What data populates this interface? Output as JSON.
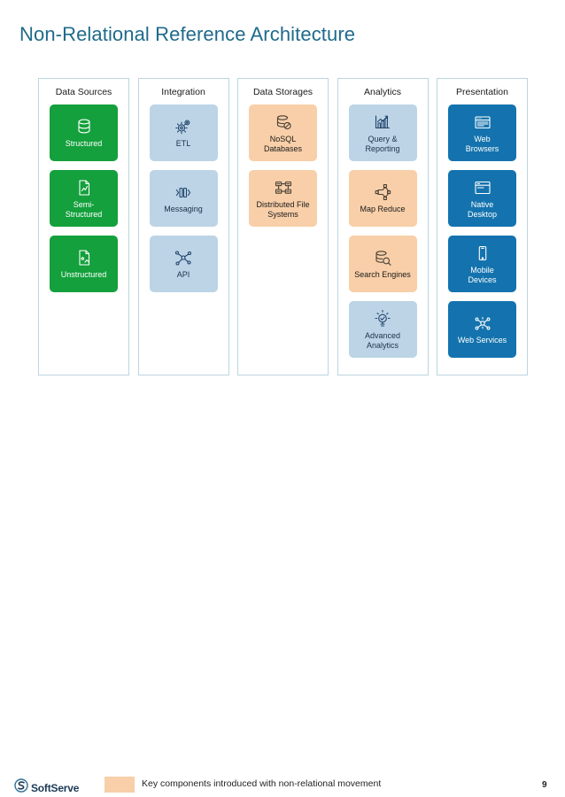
{
  "slide": {
    "title": "Non-Relational Reference Architecture",
    "page_number": "9",
    "title_color": "#1f6a8b"
  },
  "palette": {
    "green": "#14a03c",
    "light_blue": "#bcd4e6",
    "peach": "#f8cfa8",
    "blue": "#1473ae",
    "column_border": "#bcd6e0"
  },
  "columns": [
    {
      "header": "Data Sources",
      "cards": [
        {
          "label": "Structured",
          "color": "green",
          "icon": "database-icon"
        },
        {
          "label": "Semi-\nStructured",
          "color": "green",
          "icon": "document-chart-icon"
        },
        {
          "label": "Unstructured",
          "color": "green",
          "icon": "document-media-icon"
        }
      ]
    },
    {
      "header": "Integration",
      "cards": [
        {
          "label": "ETL",
          "color": "lightblue",
          "icon": "gears-icon"
        },
        {
          "label": "Messaging",
          "color": "lightblue",
          "icon": "message-flow-icon"
        },
        {
          "label": "API",
          "color": "lightblue",
          "icon": "network-nodes-icon"
        }
      ]
    },
    {
      "header": "Data Storages",
      "cards": [
        {
          "label": "NoSQL\nDatabases",
          "color": "peach",
          "icon": "nosql-database-icon"
        },
        {
          "label": "Distributed File\nSystems",
          "color": "peach",
          "icon": "distributed-nodes-icon"
        }
      ]
    },
    {
      "header": "Analytics",
      "cards": [
        {
          "label": "Query &\nReporting",
          "color": "lightblue",
          "icon": "bar-chart-trend-icon"
        },
        {
          "label": "Map Reduce",
          "color": "peach",
          "icon": "map-reduce-icon"
        },
        {
          "label": "Search Engines",
          "color": "peach",
          "icon": "database-search-icon"
        },
        {
          "label": "Advanced\nAnalytics",
          "color": "lightblue",
          "icon": "lightbulb-gear-icon"
        }
      ]
    },
    {
      "header": "Presentation",
      "cards": [
        {
          "label": "Web\nBrowsers",
          "color": "blue",
          "icon": "browser-window-icon"
        },
        {
          "label": "Native\nDesktop",
          "color": "blue",
          "icon": "desktop-window-icon"
        },
        {
          "label": "Mobile\nDevices",
          "color": "blue",
          "icon": "mobile-phone-icon"
        },
        {
          "label": "Web Services",
          "color": "blue",
          "icon": "web-services-icon"
        }
      ]
    }
  ],
  "footer": {
    "logo_text": "SoftServe",
    "legend_text": "Key components introduced with non-relational movement",
    "legend_color": "#f8cfa8"
  }
}
